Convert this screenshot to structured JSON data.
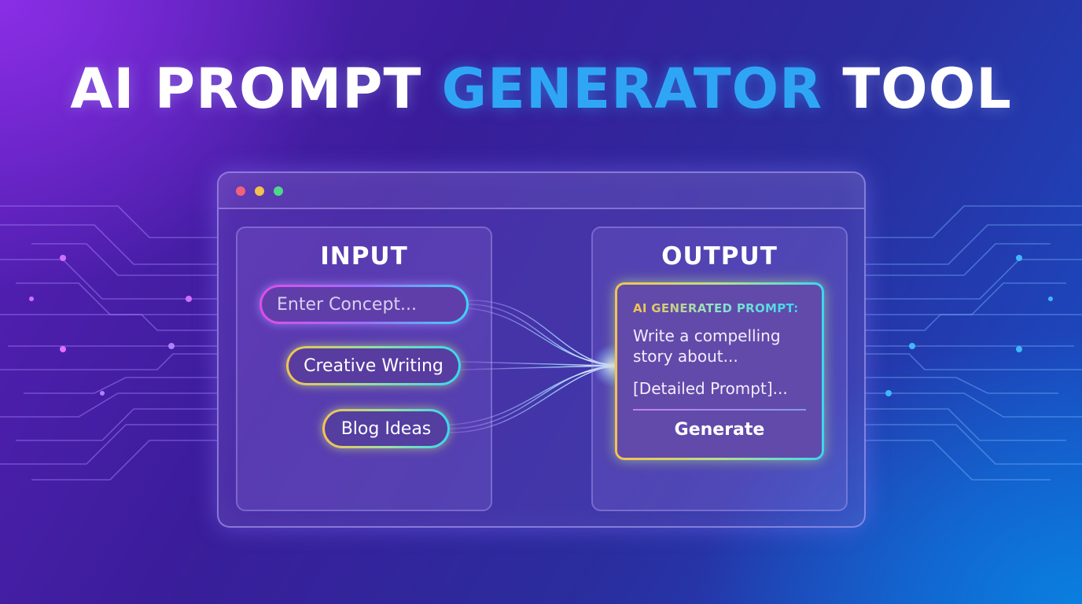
{
  "title": {
    "part1": "AI PROMPT ",
    "highlight": "GENERATOR",
    "part2": " TOOL"
  },
  "colors": {
    "highlight": "#2fa6f5",
    "dot_red": "#f0627a",
    "dot_yellow": "#f2c14e",
    "dot_green": "#4fd68a"
  },
  "input_panel": {
    "title": "INPUT",
    "concept_placeholder": "Enter Concept...",
    "options": [
      "Creative Writing",
      "Blog Ideas"
    ]
  },
  "output_panel": {
    "title": "OUTPUT",
    "card_label": "AI GENERATED PROMPT:",
    "card_text": "Write a compelling story about...",
    "card_detail": "[Detailed Prompt]...",
    "generate_label": "Generate"
  }
}
